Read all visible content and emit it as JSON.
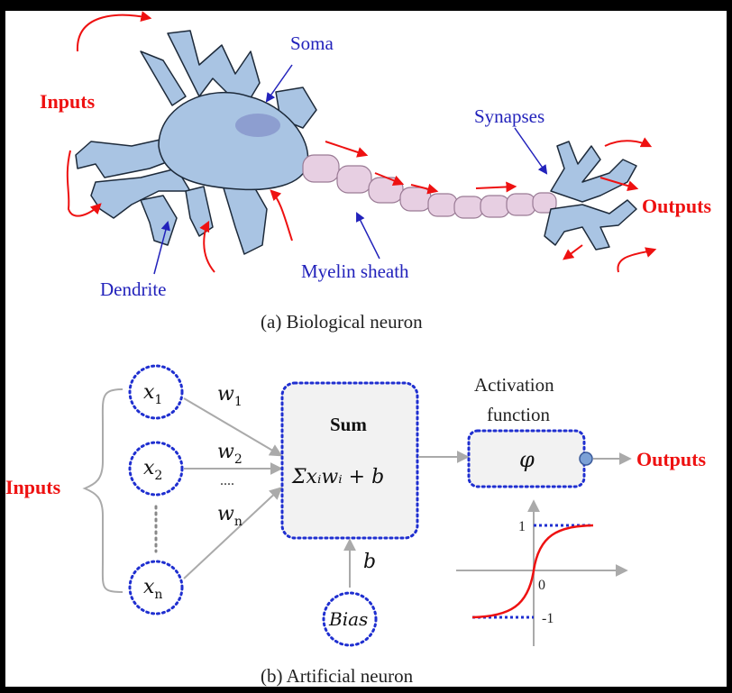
{
  "biological": {
    "inputs": "Inputs",
    "soma": "Soma",
    "synapses": "Synapses",
    "outputs": "Outputs",
    "dendrite": "Dendrite",
    "myelin": "Myelin sheath",
    "caption": "(a) Biological neuron"
  },
  "artificial": {
    "inputs": "Inputs",
    "x1": "x",
    "x1_sub": "1",
    "x2": "x",
    "x2_sub": "2",
    "xn": "x",
    "xn_sub": "n",
    "w1": "w",
    "w1_sub": "1",
    "w2": "w",
    "w2_sub": "2",
    "wn": "w",
    "wn_sub": "n",
    "dots": "....",
    "sum_title": "Sum",
    "sum_formula": "Σxᵢwᵢ + b",
    "b": "b",
    "bias": "Bias",
    "activation_line1": "Activation",
    "activation_line2": "function",
    "phi": "φ",
    "outputs": "Outputs",
    "tick_pos": "1",
    "tick_zero": "0",
    "tick_neg": "-1",
    "caption": "(b) Artificial neuron"
  },
  "colors": {
    "neuron_fill": "#a9c4e3",
    "nucleus": "#8d9ed0",
    "myelin": "#e7cfe2",
    "red": "#ee1111",
    "blue": "#2222bb",
    "dotted_blue": "#1f2fd0",
    "box_fill": "#f2f2f2",
    "arrow_gray": "#aaaaaa"
  }
}
